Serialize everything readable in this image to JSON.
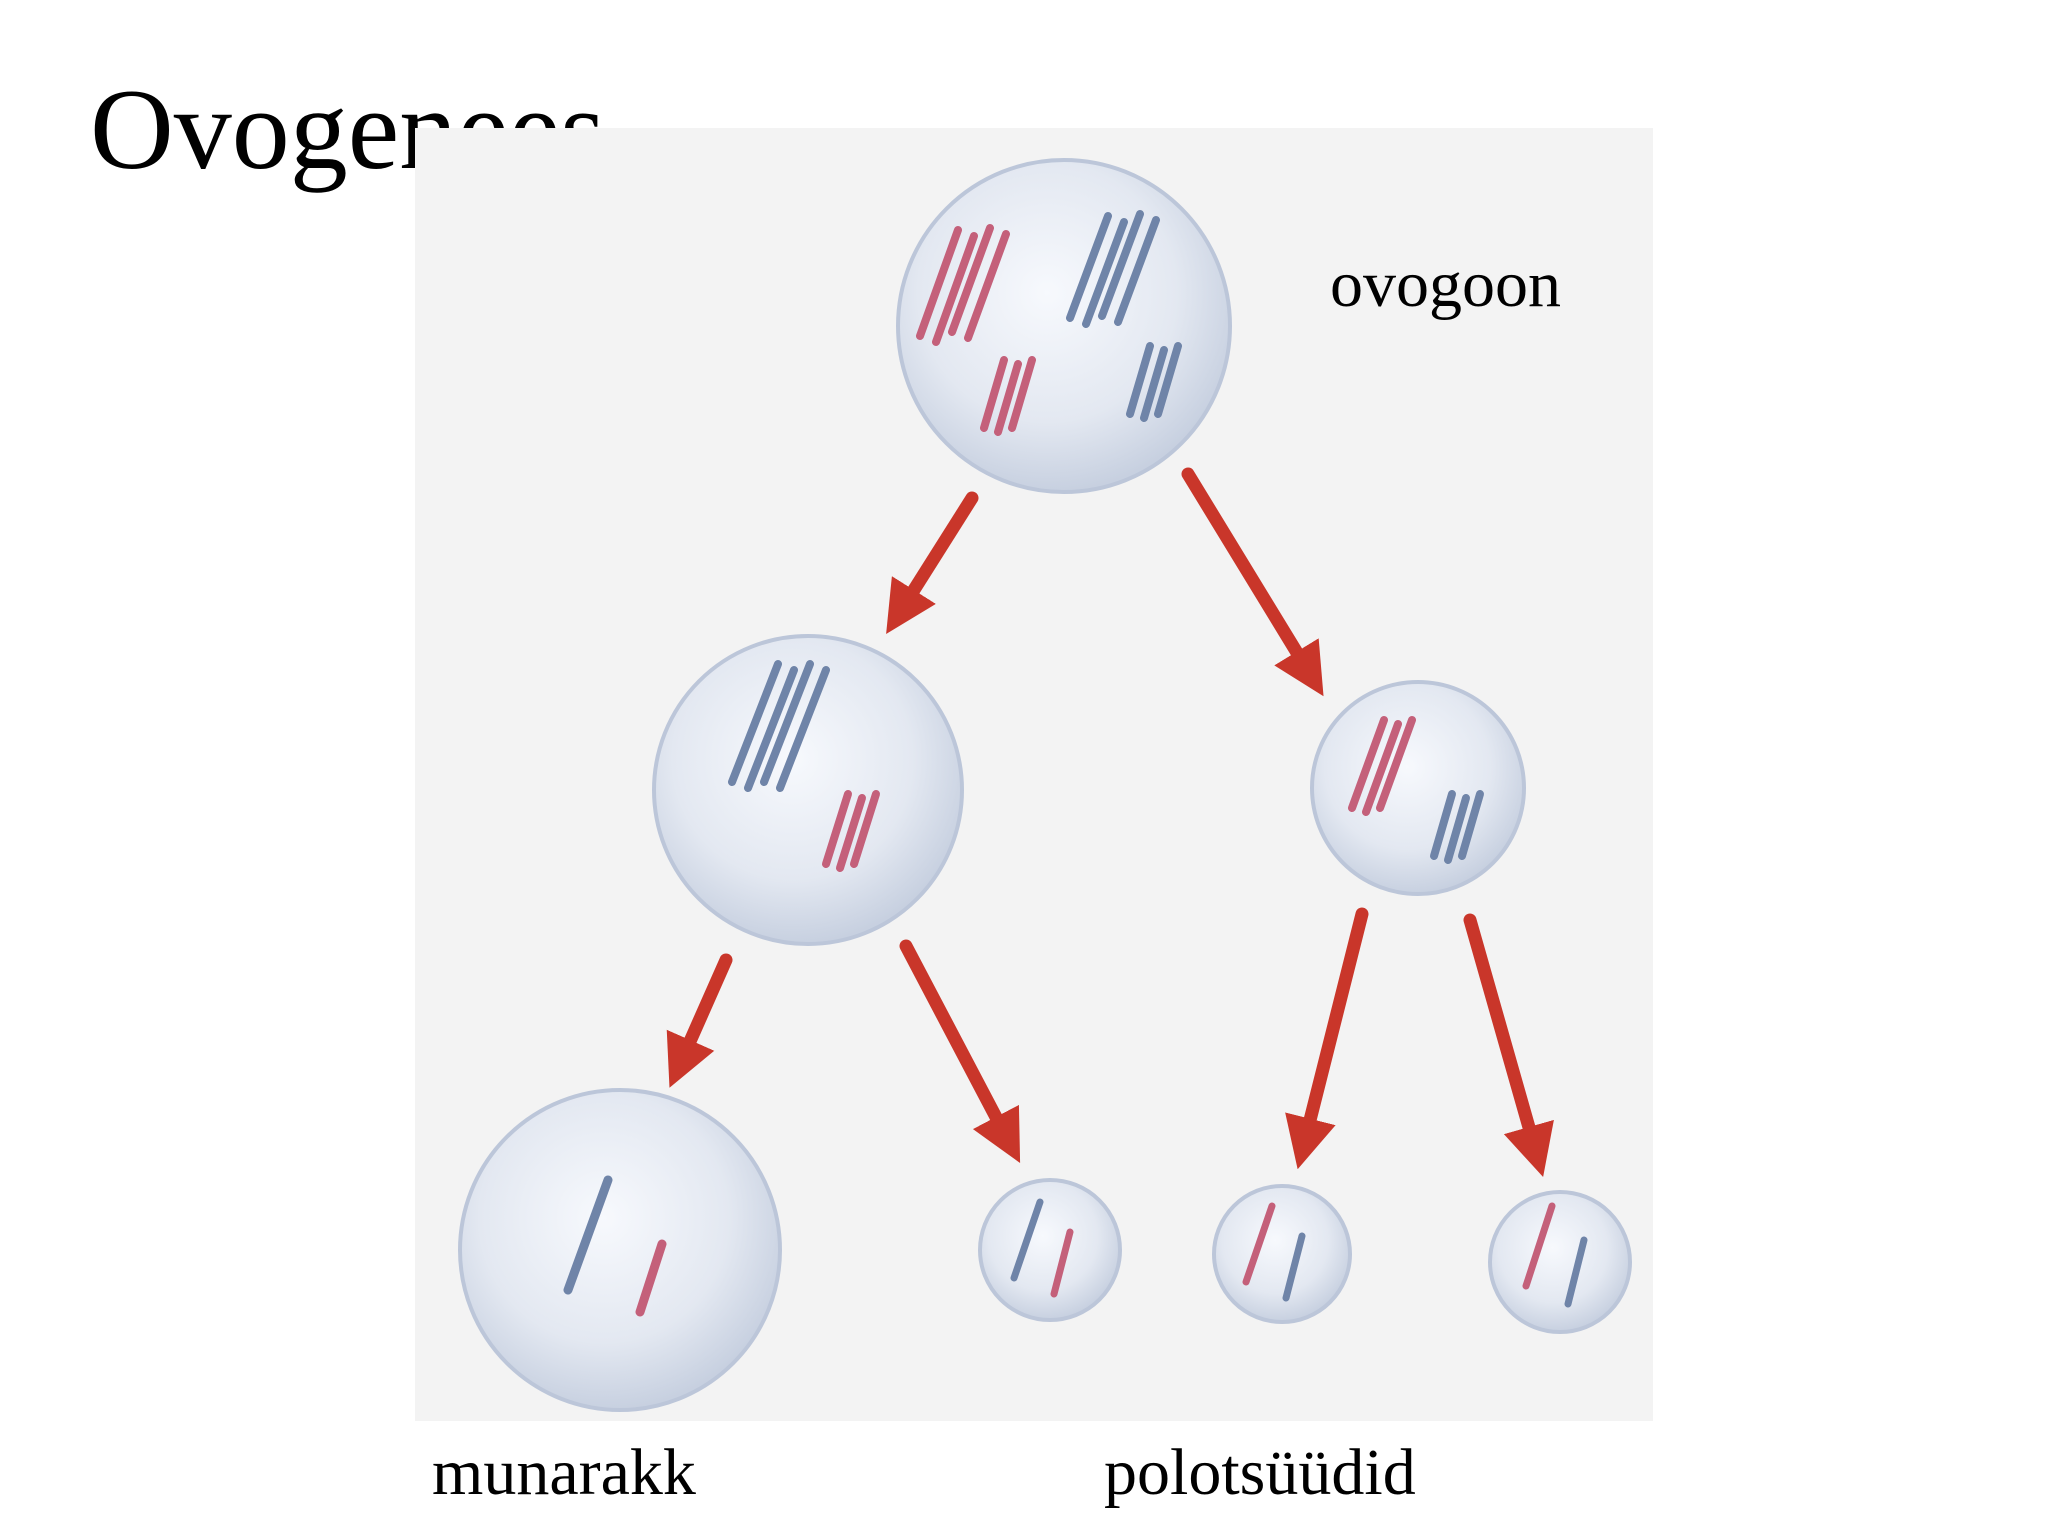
{
  "title": "Ovogenees",
  "labels": {
    "ovogoon": "ovogoon",
    "munarakk": "munarakk",
    "polotsuudid": "polotsüüdid"
  },
  "colors": {
    "cell_fill": "#dfe5f0",
    "cell_edge": "#b9c4d8",
    "arrow": "#c9362a",
    "chromosome_red": "#c4607a",
    "chromosome_blue": "#6f84a8",
    "panel_background": "#f3f3f3"
  }
}
